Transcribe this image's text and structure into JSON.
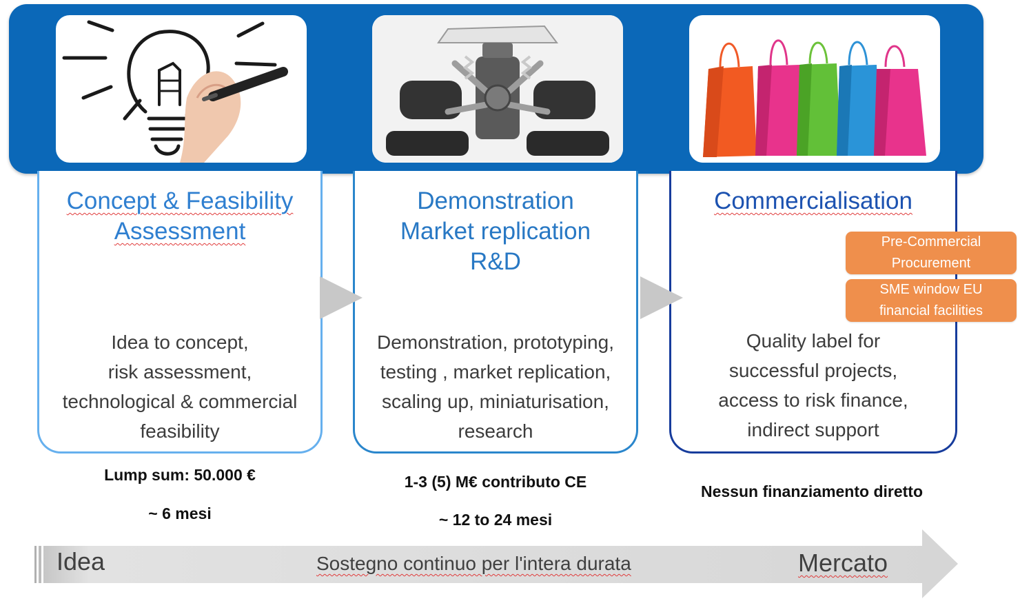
{
  "stages": [
    {
      "title": "Concept & Feasibility\nAssessment",
      "description": "Idea to concept,\nrisk assessment,\ntechnological  & commercial\nfeasibility",
      "funding": "Lump sum: 50.000 €",
      "duration": "~ 6 mesi",
      "image": "lightbulb-sketch-icon"
    },
    {
      "title": "Demonstration\nMarket replication\nR&D",
      "description": "Demonstration, prototyping,\ntesting , market replication,\nscaling up, miniaturisation,\nresearch",
      "funding": "1-3 (5) M€ contributo CE",
      "duration": "~ 12 to 24 mesi",
      "image": "rc-car-chassis-icon"
    },
    {
      "title": "Commercialisation",
      "description": "Quality label for\nsuccessful projects,\naccess to risk finance,\nindirect support",
      "funding": "Nessun finanziamento  diretto",
      "duration": "",
      "image": "shopping-bags-icon"
    }
  ],
  "tags": [
    "Pre-Commercial\nProcurement",
    "SME window EU\nfinancial facilities"
  ],
  "timeline": {
    "start_label": "Idea",
    "middle_label": "Sostegno continuo per l'intera durata",
    "end_label": "Mercato"
  },
  "colors": {
    "banner": "#0b68b8",
    "stage1_border": "#66b0ee",
    "stage2_border": "#2a86cc",
    "stage3_border": "#173c9c",
    "tag_orange": "#ef8f4c",
    "arrow_grey": "#d4d4d4"
  }
}
